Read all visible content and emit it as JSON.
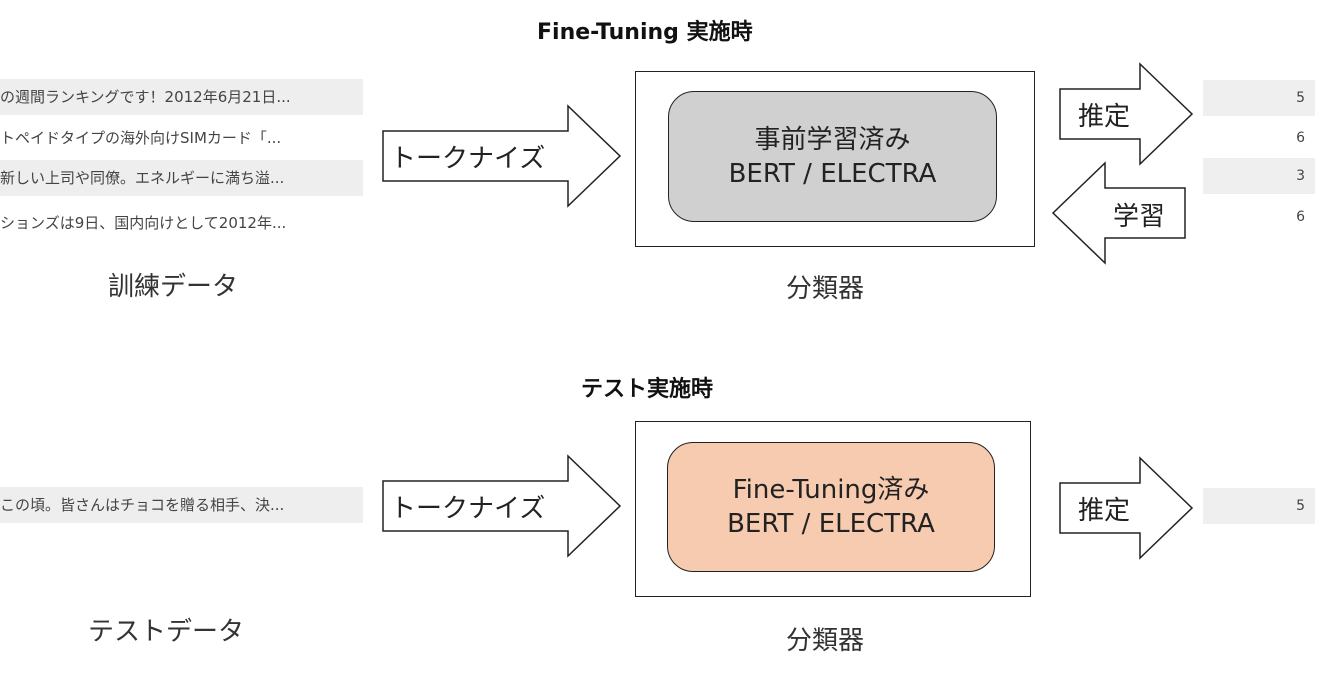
{
  "top": {
    "title": "Fine-Tuning 実施時",
    "data_rows": [
      "の週間ランキングです！2012年6月21日...",
      "トペイドタイプの海外向けSIMカード「...",
      "新しい上司や同僚。エネルギーに満ち溢...",
      "ションズは9日、国内向けとして2012年..."
    ],
    "data_caption": "訓練データ",
    "tokenize_label": "トークナイズ",
    "model_line1": "事前学習済み",
    "model_line2": "BERT / ELECTRA",
    "model_color": "#d0d0d0",
    "classifier_caption": "分類器",
    "infer_label": "推定",
    "learn_label": "学習",
    "labels": [
      "5",
      "6",
      "3",
      "6"
    ]
  },
  "bottom": {
    "title": "テスト実施時",
    "data_rows": [
      "この頃。皆さんはチョコを贈る相手、決..."
    ],
    "data_caption": "テストデータ",
    "tokenize_label": "トークナイズ",
    "model_line1": "Fine-Tuning済み",
    "model_line2": "BERT / ELECTRA",
    "model_color": "#f7cbb0",
    "classifier_caption": "分類器",
    "infer_label": "推定",
    "labels": [
      "5"
    ]
  }
}
